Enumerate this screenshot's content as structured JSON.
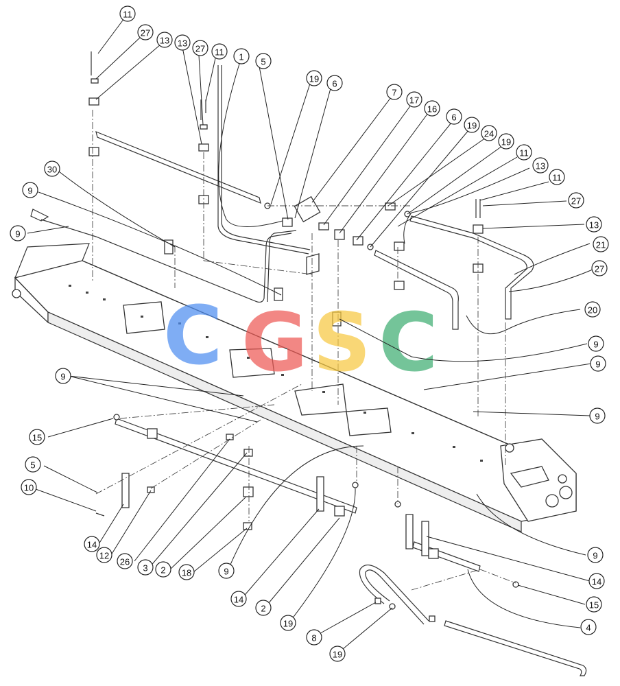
{
  "diagram": {
    "callouts": [
      "11",
      "27",
      "13",
      "13",
      "27",
      "11",
      "1",
      "5",
      "19",
      "6",
      "7",
      "17",
      "16",
      "6",
      "19",
      "24",
      "19",
      "11",
      "13",
      "11",
      "27",
      "13",
      "21",
      "27",
      "20",
      "9",
      "9",
      "9",
      "9",
      "30",
      "9",
      "9",
      "15",
      "5",
      "10",
      "14",
      "12",
      "26",
      "3",
      "2",
      "18",
      "9",
      "14",
      "2",
      "19",
      "8",
      "19",
      "4",
      "15",
      "14",
      "9"
    ],
    "watermark": {
      "letters": [
        "C",
        "G",
        "S",
        "C"
      ],
      "colors": [
        "#4f8ef0",
        "#ee5a55",
        "#f7c942",
        "#3fae72"
      ]
    }
  }
}
